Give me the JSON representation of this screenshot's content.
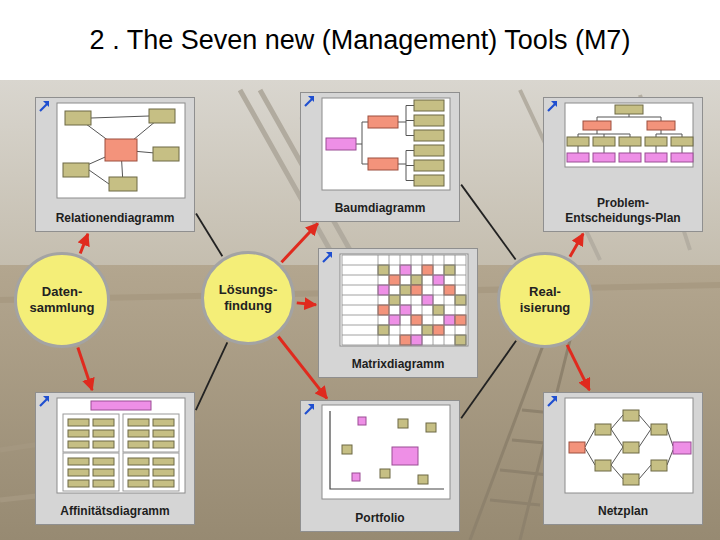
{
  "diagram": {
    "title": "2 . The Seven new (Management) Tools (M7)",
    "nodes": [
      {
        "text": [
          "Relationendiagramm"
        ]
      },
      {
        "text": [
          "Baumdiagramm"
        ]
      },
      {
        "text": [
          "Problem- Entscheidungs-Plan"
        ]
      },
      {
        "text": [
          "Daten- sammlung"
        ]
      },
      {
        "text": [
          "Lösungs- findung"
        ]
      },
      {
        "text": [
          "Matrixdiagramm"
        ]
      },
      {
        "text": [
          "Real- isierung"
        ]
      },
      {
        "text": [
          "Affinitätsdiagramm"
        ]
      },
      {
        "text": [
          "Portfolio"
        ]
      },
      {
        "text": [
          "Netzplan"
        ]
      }
    ],
    "edges": [
      {
        "from": 3,
        "to": 0,
        "arrow": "to"
      },
      {
        "from": 3,
        "to": 7,
        "arrow": "to"
      },
      {
        "from": 0,
        "to": 4,
        "arrow": "none"
      },
      {
        "from": 7,
        "to": 4,
        "arrow": "none"
      },
      {
        "from": 4,
        "to": 1,
        "arrow": "to"
      },
      {
        "from": 4,
        "to": 5,
        "arrow": "to"
      },
      {
        "from": 4,
        "to": 8,
        "arrow": "to"
      },
      {
        "from": 1,
        "to": 6,
        "arrow": "none"
      },
      {
        "from": 8,
        "to": 6,
        "arrow": "none"
      },
      {
        "from": 6,
        "to": 2,
        "arrow": "to"
      },
      {
        "from": 6,
        "to": 9,
        "arrow": "to"
      }
    ]
  }
}
